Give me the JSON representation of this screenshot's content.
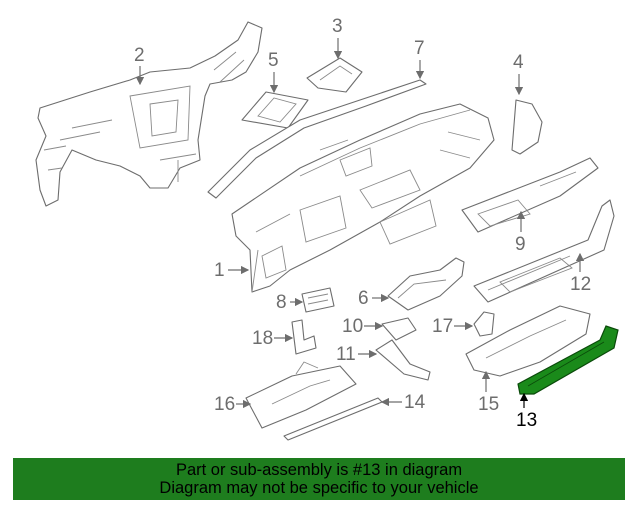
{
  "colors": {
    "highlight": "#1a8a1a",
    "banner_bg": "#1e7d1e",
    "line": "#6d6d6d"
  },
  "callouts": [
    "1",
    "2",
    "3",
    "4",
    "5",
    "6",
    "7",
    "8",
    "9",
    "10",
    "11",
    "12",
    "13",
    "14",
    "15",
    "16",
    "17",
    "18"
  ],
  "highlighted_part": "13",
  "banner": {
    "line1": "Part or sub-assembly is #13 in diagram",
    "line2": "Diagram may not be specific to your vehicle"
  }
}
